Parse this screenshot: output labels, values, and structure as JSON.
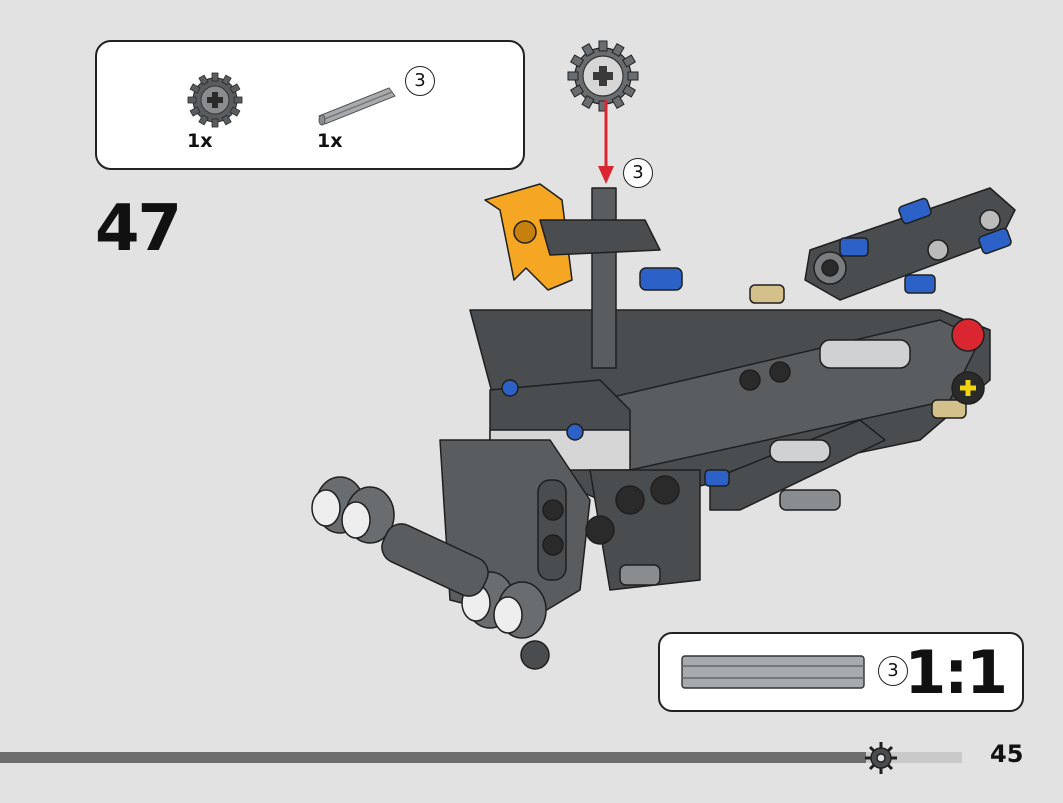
{
  "parts_list": {
    "items": [
      {
        "name": "gear",
        "quantity": "1x"
      },
      {
        "name": "axle",
        "quantity": "1x",
        "length": "3"
      }
    ]
  },
  "step": {
    "number": "47",
    "callout_length": "3"
  },
  "scale_reference": {
    "length": "3",
    "ratio": "1:1"
  },
  "footer": {
    "page_number": "45",
    "progress": 0.9
  },
  "colors": {
    "background": "#e2e2e2",
    "dark_gray": "#4a4d50",
    "light_gray": "#a8abad",
    "orange": "#f5a623",
    "blue": "#2c62c7",
    "tan": "#d4c08a",
    "red": "#d92630",
    "yellow": "#f2d40f"
  }
}
